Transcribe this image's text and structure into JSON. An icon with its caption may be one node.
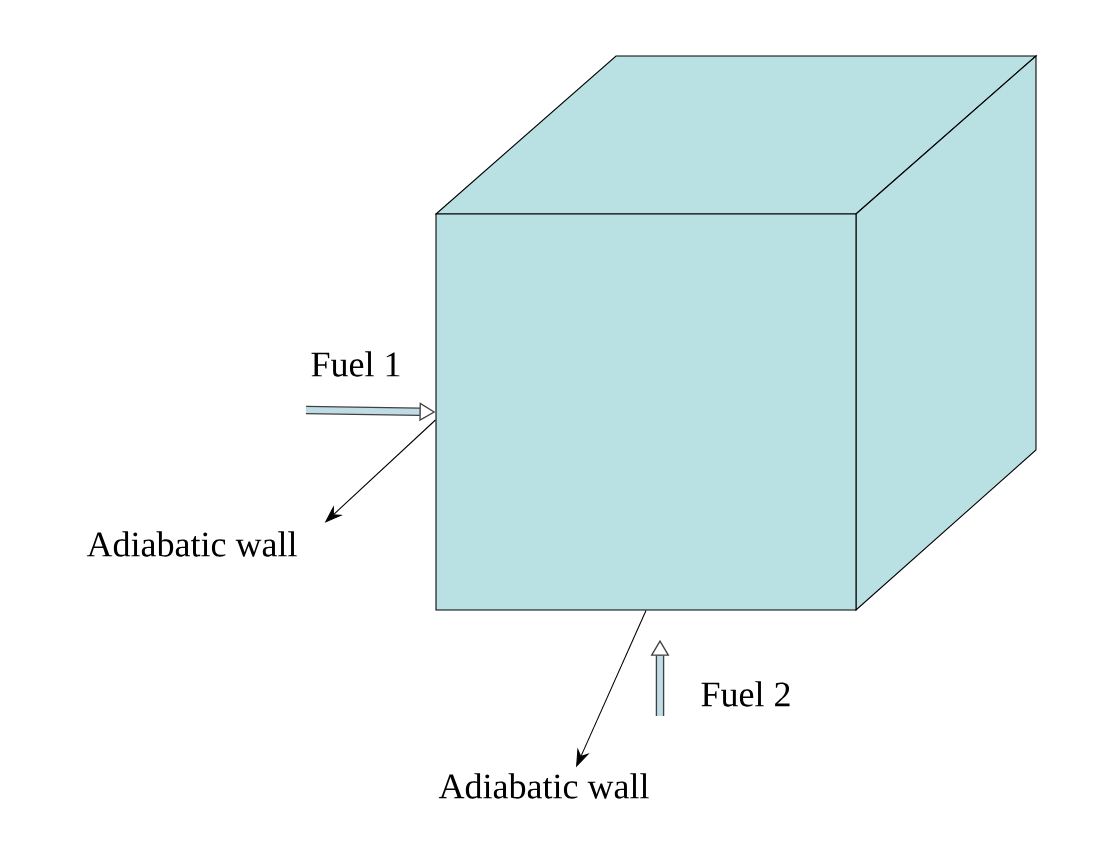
{
  "diagram": {
    "nodes": [
      {
        "text": [],
        "shape": "box"
      },
      {
        "text": [
          "Adiabatic wall"
        ]
      },
      {
        "text": [
          "Adiabatic wall"
        ]
      }
    ],
    "edges": [
      {
        "from": 0,
        "to": 1,
        "arrow": "to"
      },
      {
        "from": 0,
        "to": 2,
        "arrow": "to"
      },
      {
        "from": null,
        "to": 0,
        "arrow": "to",
        "label": "Fuel 1",
        "style": "thick"
      },
      {
        "from": null,
        "to": 0,
        "arrow": "to",
        "label": "Fuel 2",
        "style": "thick"
      }
    ]
  }
}
